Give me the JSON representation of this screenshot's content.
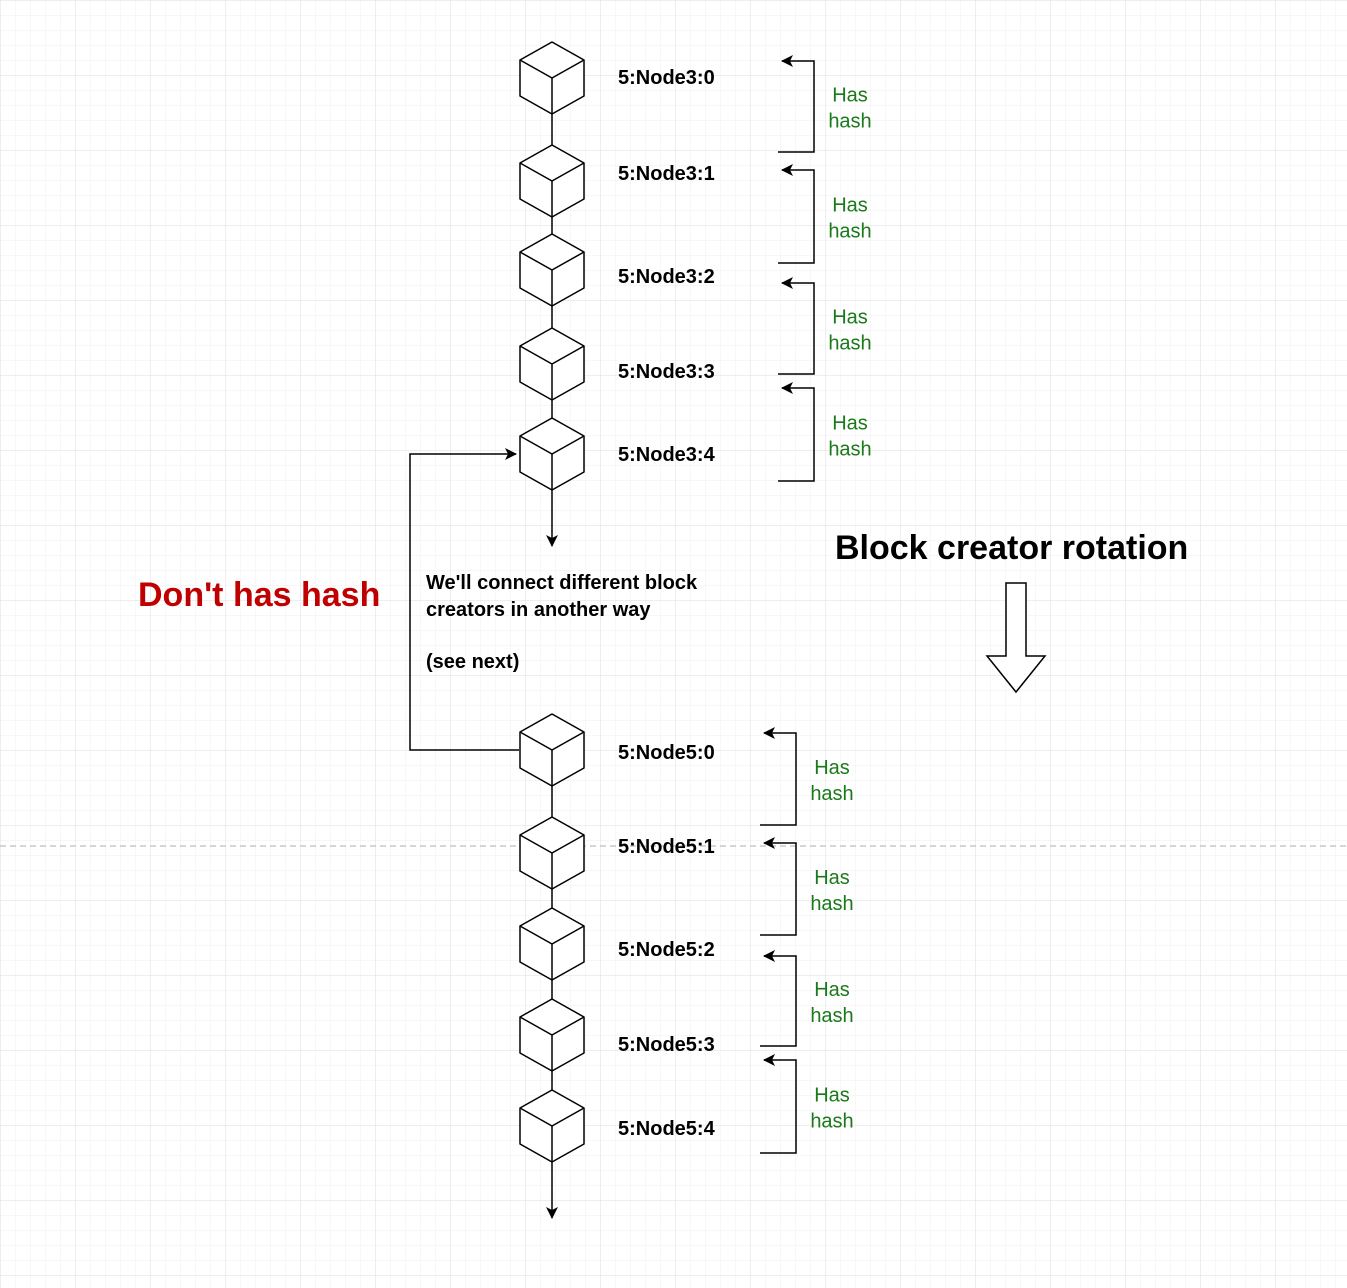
{
  "top_chain": {
    "blocks": [
      "5:Node3:0",
      "5:Node3:1",
      "5:Node3:2",
      "5:Node3:3",
      "5:Node3:4"
    ],
    "hash_labels": [
      [
        "Has",
        "hash"
      ],
      [
        "Has",
        "hash"
      ],
      [
        "Has",
        "hash"
      ],
      [
        "Has",
        "hash"
      ]
    ]
  },
  "bottom_chain": {
    "blocks": [
      "5:Node5:0",
      "5:Node5:1",
      "5:Node5:2",
      "5:Node5:3",
      "5:Node5:4"
    ],
    "hash_labels": [
      [
        "Has",
        "hash"
      ],
      [
        "Has",
        "hash"
      ],
      [
        "Has",
        "hash"
      ],
      [
        "Has",
        "hash"
      ]
    ]
  },
  "connector_label": "Don't has hash",
  "note": {
    "line1": "We'll connect different block",
    "line2": "creators in another way",
    "line3": "(see next)"
  },
  "rotation_title": "Block creator rotation",
  "colors": {
    "has_hash": "#1a7a1a",
    "dont_has_hash": "#c00000",
    "grid": "#e6e6e6"
  },
  "icons": {
    "block": "cube-icon",
    "rotation": "down-arrow-icon"
  }
}
